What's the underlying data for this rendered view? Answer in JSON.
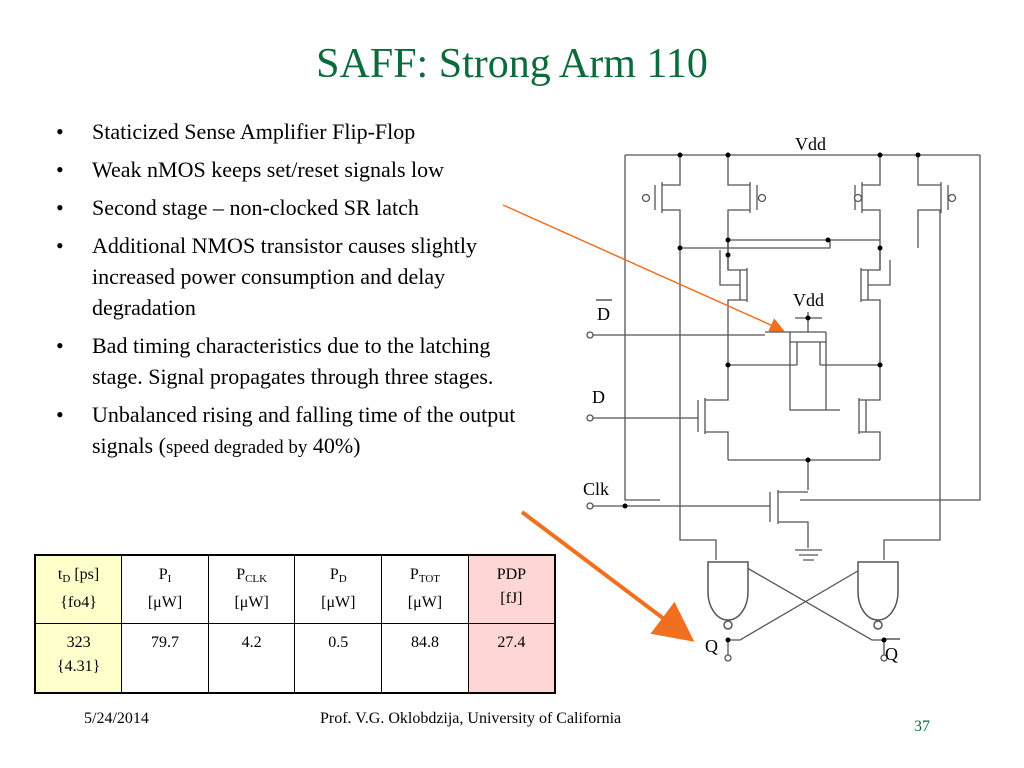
{
  "slide": {
    "title": "SAFF: Strong Arm 110",
    "bullets": [
      {
        "text": "Staticized Sense Amplifier Flip-Flop"
      },
      {
        "text": "Weak nMOS keeps set/reset signals low"
      },
      {
        "text": "Second stage – non-clocked SR latch"
      },
      {
        "text": "Additional NMOS transistor causes slightly increased power consumption and delay degradation"
      },
      {
        "text": "Bad timing characteristics due to the latching stage. Signal propagates through three stages."
      },
      {
        "text": "Unbalanced rising and falling time of the output signals (",
        "small": "speed degraded by",
        "tail": " 40%)"
      }
    ]
  },
  "table": {
    "headers": [
      {
        "line1": "t",
        "sub": "D",
        "line1b": " [ps]",
        "line2": "{fo4}"
      },
      {
        "line1": "P",
        "sub": "I",
        "line1b": "",
        "line2": "[μW]"
      },
      {
        "line1": "P",
        "sub": "CLK",
        "line1b": "",
        "line2": "[μW]"
      },
      {
        "line1": "P",
        "sub": "D",
        "line1b": "",
        "line2": "[μW]"
      },
      {
        "line1": "P",
        "sub": "TOT",
        "line1b": "",
        "line2": "[μW]"
      },
      {
        "line1": "PDP",
        "sub": "",
        "line1b": "",
        "line2": "[fJ]"
      }
    ],
    "values": [
      {
        "line1": "323",
        "line2": "{4.31}"
      },
      {
        "line1": "79.7",
        "line2": ""
      },
      {
        "line1": "4.2",
        "line2": ""
      },
      {
        "line1": "0.5",
        "line2": ""
      },
      {
        "line1": "84.8",
        "line2": ""
      },
      {
        "line1": "27.4",
        "line2": ""
      }
    ]
  },
  "circuit": {
    "vdd_top": "Vdd",
    "vdd_inner": "Vdd",
    "d_bar": "D",
    "d": "D",
    "clk": "Clk",
    "q": "Q",
    "q_bar": "Q"
  },
  "footer": {
    "date": "5/24/2014",
    "author": "Prof. V.G. Oklobdzija, University of California",
    "page": "37"
  },
  "colors": {
    "title": "#0b6b3a",
    "arrow": "#f07020",
    "pdp_cell": "#ffd6d6",
    "tD_cell": "#ffffcc"
  }
}
